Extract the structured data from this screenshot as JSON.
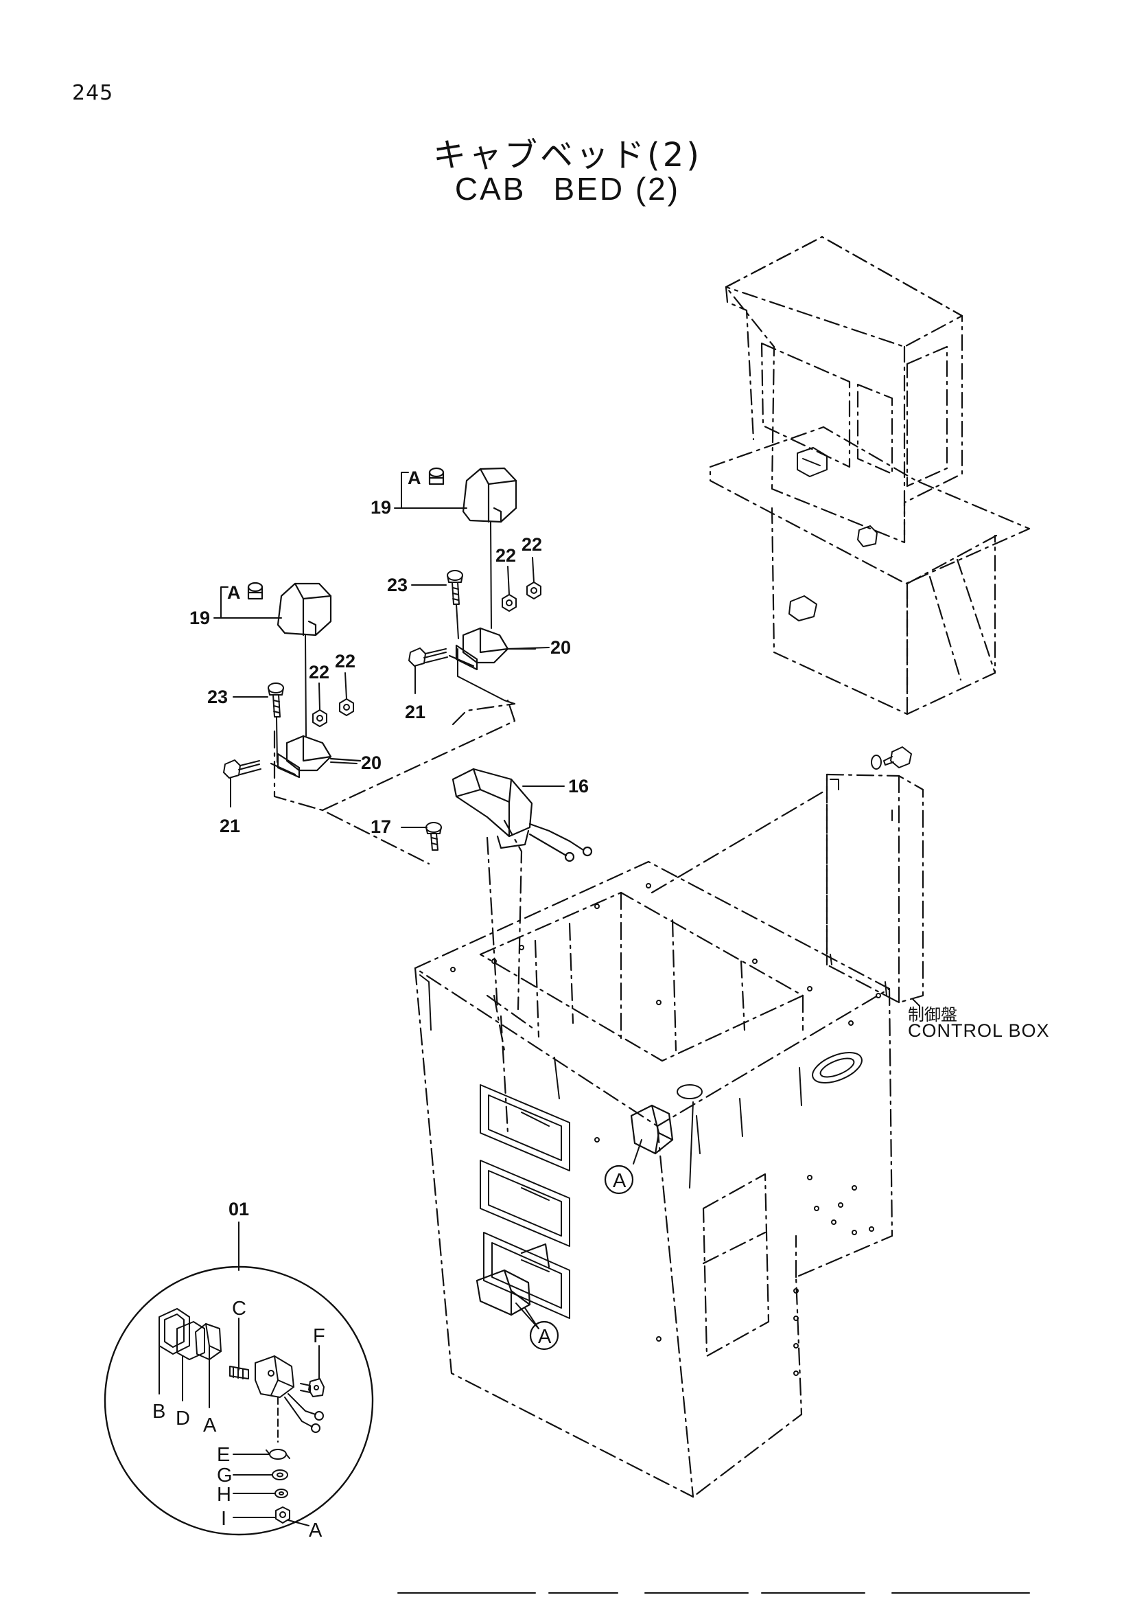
{
  "page_number": "245",
  "title": {
    "jp": "キャブベッド(2)",
    "en_part1": "CAB",
    "en_part2": "BED (2)"
  },
  "callouts": {
    "c16": "16",
    "c17": "17",
    "c19a": "19",
    "c19b": "19",
    "c20a": "20",
    "c20b": "20",
    "c21a": "21",
    "c21b": "21",
    "c22a": "22",
    "c22b": "22",
    "c22c": "22",
    "c22d": "22",
    "c23a": "23",
    "c23b": "23",
    "kitA1": "A",
    "kitA2": "A",
    "c01": "01"
  },
  "reference_markers": {
    "a1": "A",
    "a2": "A"
  },
  "detail_labels": {
    "a": "A",
    "b": "B",
    "c": "C",
    "d": "D",
    "e": "E",
    "f": "F",
    "g": "G",
    "h": "H",
    "i": "I",
    "a_tail": "A"
  },
  "control_box": {
    "jp": "制御盤",
    "en": "CONTROL BOX"
  }
}
